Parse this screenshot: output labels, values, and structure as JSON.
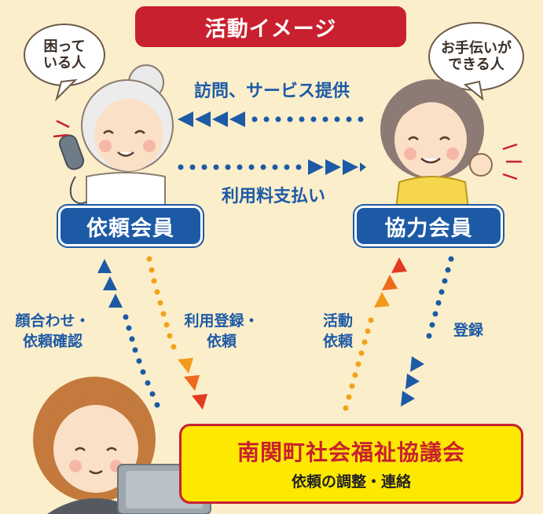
{
  "title": "活動イメージ",
  "bubbles": {
    "left": "困って\nいる人",
    "right": "お手伝いが\nできる人"
  },
  "top_arrow_label": "訪問、サービス提供",
  "bottom_arrow_label": "利用料支払い",
  "members": {
    "requester": "依頼会員",
    "helper": "協力会員"
  },
  "flows": {
    "face_check": "顔合わせ・\n依頼確認",
    "register_request": "利用登録・\n依頼",
    "activity_request": "活動\n依頼",
    "register": "登録"
  },
  "council": {
    "name": "南関町社会福祉協議会",
    "role": "依頼の調整・連絡"
  },
  "colors": {
    "banner": "#c9202f",
    "member_box": "#1d5aa6",
    "council_fill": "#fde800",
    "arrow_blue": "#1d5aa6",
    "dot_orange": "#f3a21a",
    "background": "#fbeecb"
  }
}
